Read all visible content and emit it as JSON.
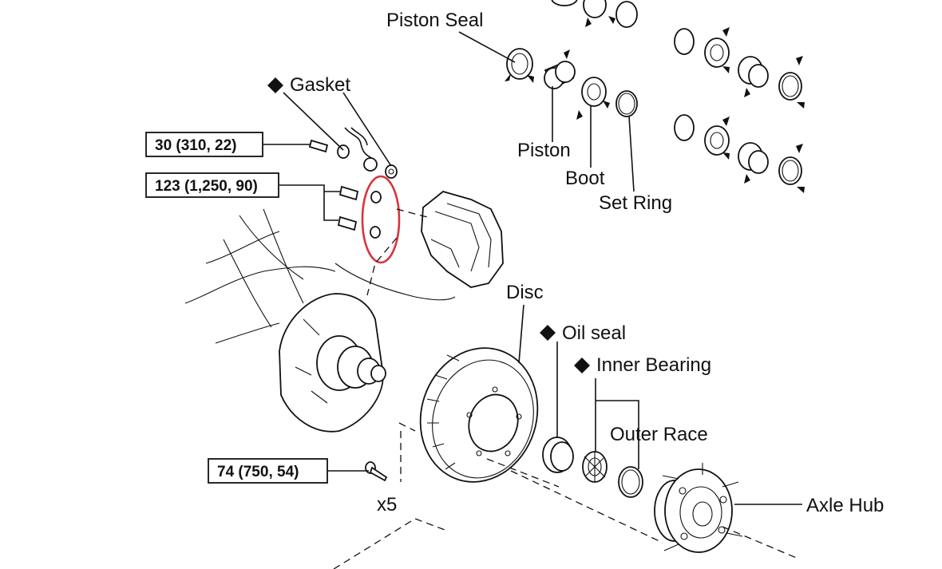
{
  "labels": {
    "piston_seal": "Piston Seal",
    "gasket": "Gasket",
    "piston": "Piston",
    "boot": "Boot",
    "set_ring": "Set Ring",
    "disc": "Disc",
    "oil_seal": "Oil seal",
    "inner_bearing": "Inner Bearing",
    "outer_race": "Outer Race",
    "axle_hub": "Axle Hub",
    "multiplier": "x5"
  },
  "torque_specs": {
    "spec1": "30 (310, 22)",
    "spec2": "123 (1,250, 90)",
    "spec3": "74 (750, 54)"
  },
  "colors": {
    "highlight": "#d9353b",
    "line": "#111111",
    "background": "#ffffff"
  },
  "icons": {
    "replace_marker": "diamond-icon"
  }
}
